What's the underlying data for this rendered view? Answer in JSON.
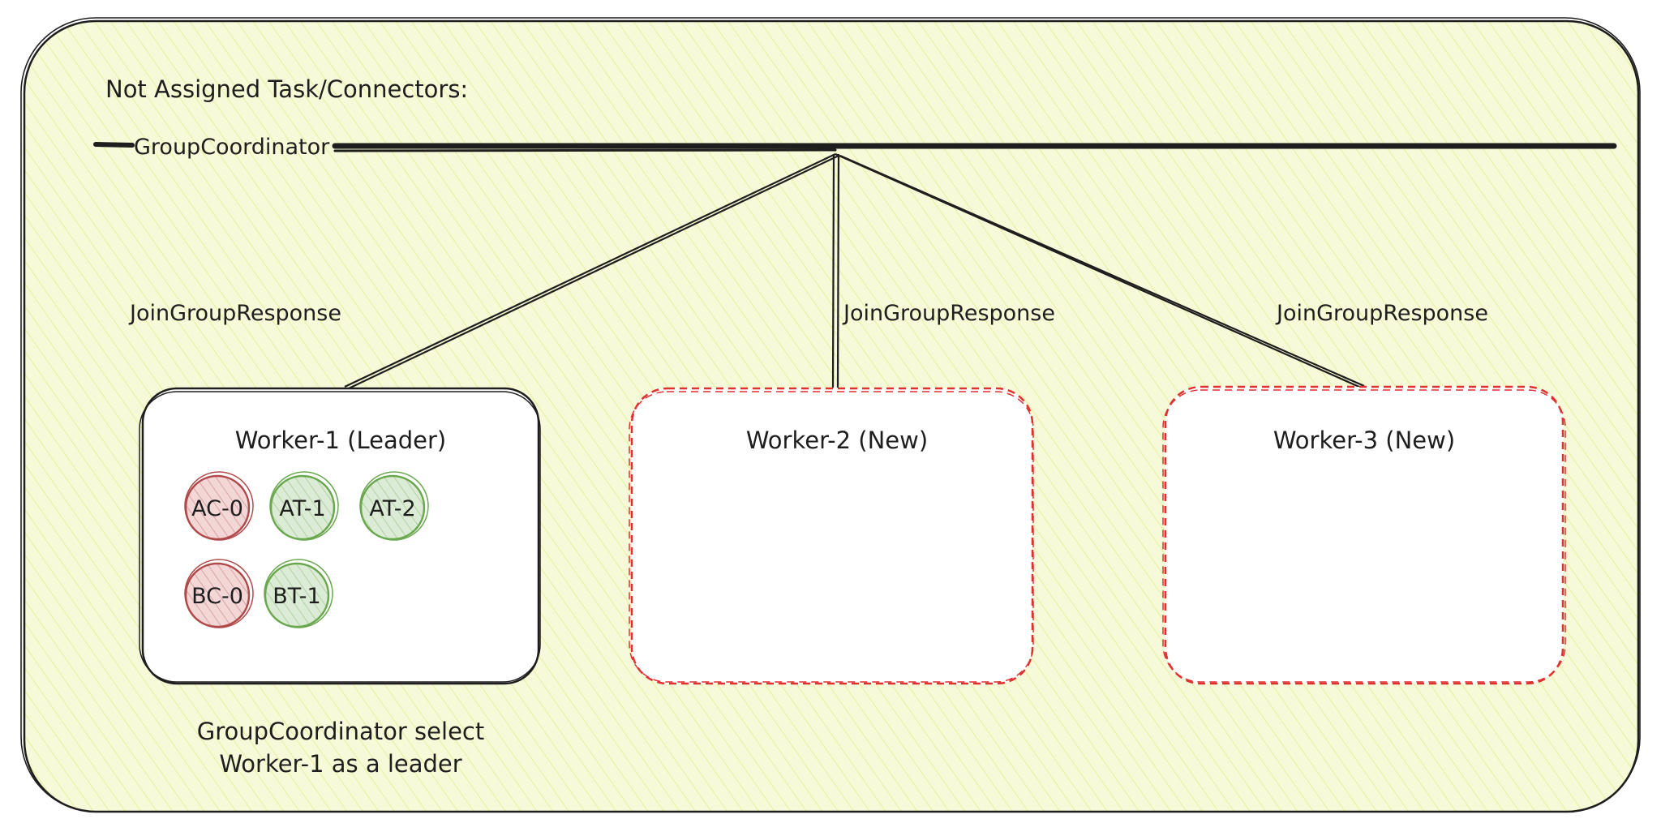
{
  "diagram": {
    "header_label": "Not Assigned Task/Connectors:",
    "coordinator_label": "GroupCoordinator",
    "responses": [
      "JoinGroupResponse",
      "JoinGroupResponse",
      "JoinGroupResponse"
    ],
    "workers": [
      {
        "title": "Worker-1 (Leader)",
        "items": [
          {
            "label": "AC-0",
            "kind": "connector"
          },
          {
            "label": "AT-1",
            "kind": "task"
          },
          {
            "label": "AT-2",
            "kind": "task"
          },
          {
            "label": "BC-0",
            "kind": "connector"
          },
          {
            "label": "BT-1",
            "kind": "task"
          }
        ]
      },
      {
        "title": "Worker-2 (New)",
        "items": []
      },
      {
        "title": "Worker-3 (New)",
        "items": []
      }
    ],
    "caption_lines": [
      "GroupCoordinator select",
      "Worker-1 as a leader"
    ]
  },
  "colors": {
    "background_fill": "#f6fad8",
    "hatch": "#e7ef9c",
    "stroke": "#1e1e1e",
    "new_worker_border": "#e03131",
    "connector_border": "#b04a4a",
    "connector_fill": "#f3d7d7",
    "task_border": "#6aa84f",
    "task_fill": "#dcebd5"
  }
}
